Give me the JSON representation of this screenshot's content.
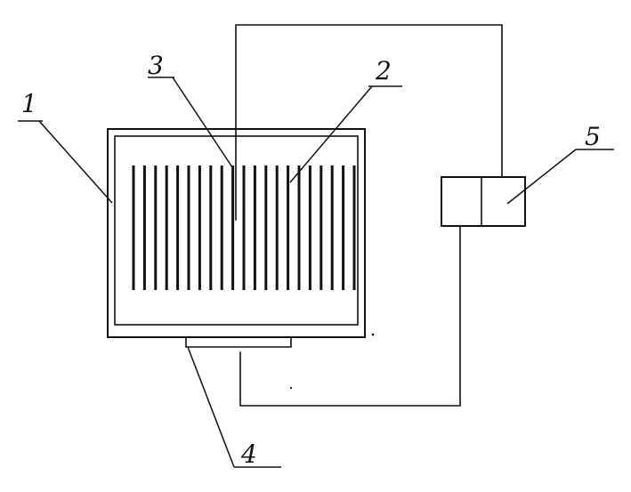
{
  "labels": {
    "one": "1",
    "two": "2",
    "three": "3",
    "four": "4",
    "five": "5"
  },
  "plates": {
    "count": 21
  }
}
